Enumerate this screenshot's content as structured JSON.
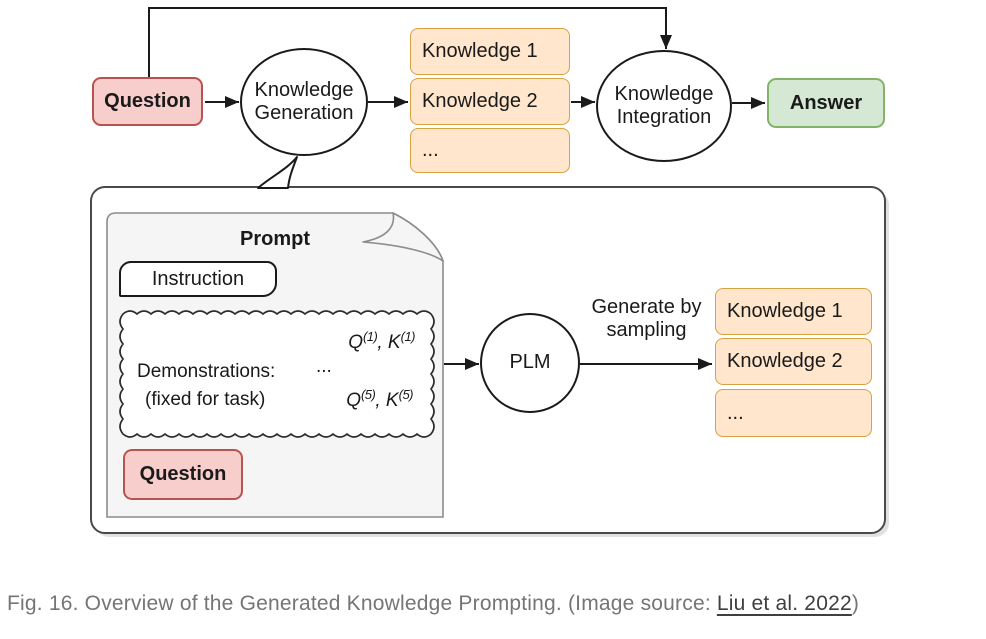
{
  "top_flow": {
    "question_label": "Question",
    "knowledge_generation": [
      "Knowledge",
      "Generation"
    ],
    "knowledge_list": [
      "Knowledge 1",
      "Knowledge 2",
      "..."
    ],
    "knowledge_integration": [
      "Knowledge",
      "Integration"
    ],
    "answer_label": "Answer"
  },
  "bubble": {
    "prompt_title": "Prompt",
    "instruction_label": "Instruction",
    "demonstrations": {
      "label": "Demonstrations:",
      "ellipsis": "...",
      "note": "(fixed for task)",
      "pair_first": {
        "q": "Q",
        "q_sup": "(1)",
        "sep": ", ",
        "k": "K",
        "k_sup": "(1)"
      },
      "pair_last": {
        "q": "Q",
        "q_sup": "(5)",
        "sep": ", ",
        "k": "K",
        "k_sup": "(5)"
      }
    },
    "question_label": "Question",
    "plm_label": "PLM",
    "arrow_label": [
      "Generate by",
      "sampling"
    ],
    "knowledge_list": [
      "Knowledge 1",
      "Knowledge 2",
      "..."
    ]
  },
  "caption": {
    "prefix": "Fig. 16. Overview of the Generated Knowledge Prompting. (Image source: ",
    "link": "Liu et al. 2022",
    "suffix": ")"
  },
  "colors": {
    "pink_fill": "#f8cecc",
    "pink_border": "#b85450",
    "orange_fill": "#ffe6cc",
    "orange_border": "#d6a243",
    "green_fill": "#d5e8d4",
    "green_border": "#82b366",
    "doc_fill": "#f5f5f5",
    "doc_border": "#8c8c8c",
    "line_color": "#1a1a1a",
    "caption_color": "#757575"
  }
}
